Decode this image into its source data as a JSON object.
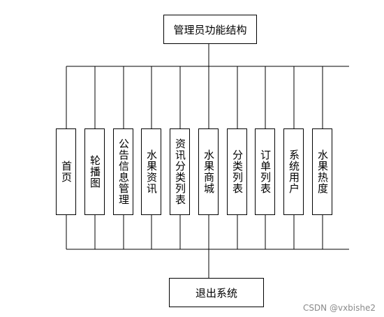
{
  "title": "管理员功能结构",
  "modules": [
    "首页",
    "轮播图",
    "公告信息管理",
    "水果资讯",
    "资讯分类列表",
    "水果商城",
    "分类列表",
    "订单列表",
    "系统用户",
    "水果热度"
  ],
  "exit": "退出系统",
  "watermark": "CSDN @vxbishe2"
}
